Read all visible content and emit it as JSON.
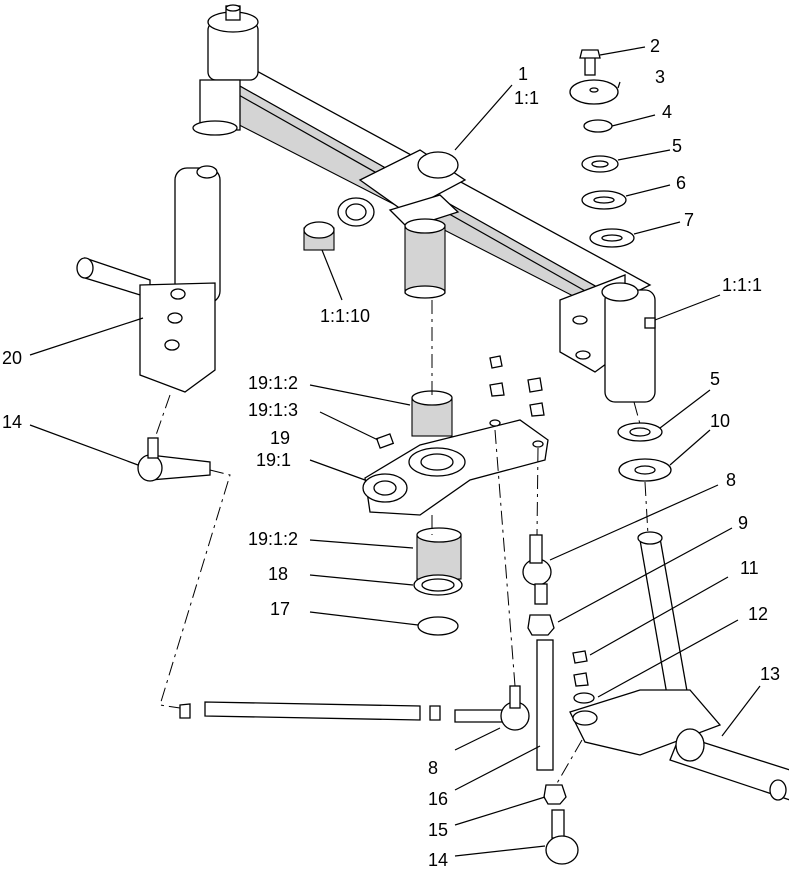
{
  "callouts": {
    "c1": "1",
    "c1_1": "1:1",
    "c2": "2",
    "c3": "3",
    "c4": "4",
    "c5a": "5",
    "c6": "6",
    "c7": "7",
    "c1_1_1": "1:1:1",
    "c1_1_10": "1:1:10",
    "c20": "20",
    "c14a": "14",
    "c19_1_2a": "19:1:2",
    "c19_1_3": "19:1:3",
    "c19": "19",
    "c19_1": "19:1",
    "c5b": "5",
    "c10": "10",
    "c8a": "8",
    "c19_1_2b": "19:1:2",
    "c18": "18",
    "c17": "17",
    "c9": "9",
    "c11": "11",
    "c12": "12",
    "c13": "13",
    "c8b": "8",
    "c16": "16",
    "c15": "15",
    "c14b": "14"
  }
}
